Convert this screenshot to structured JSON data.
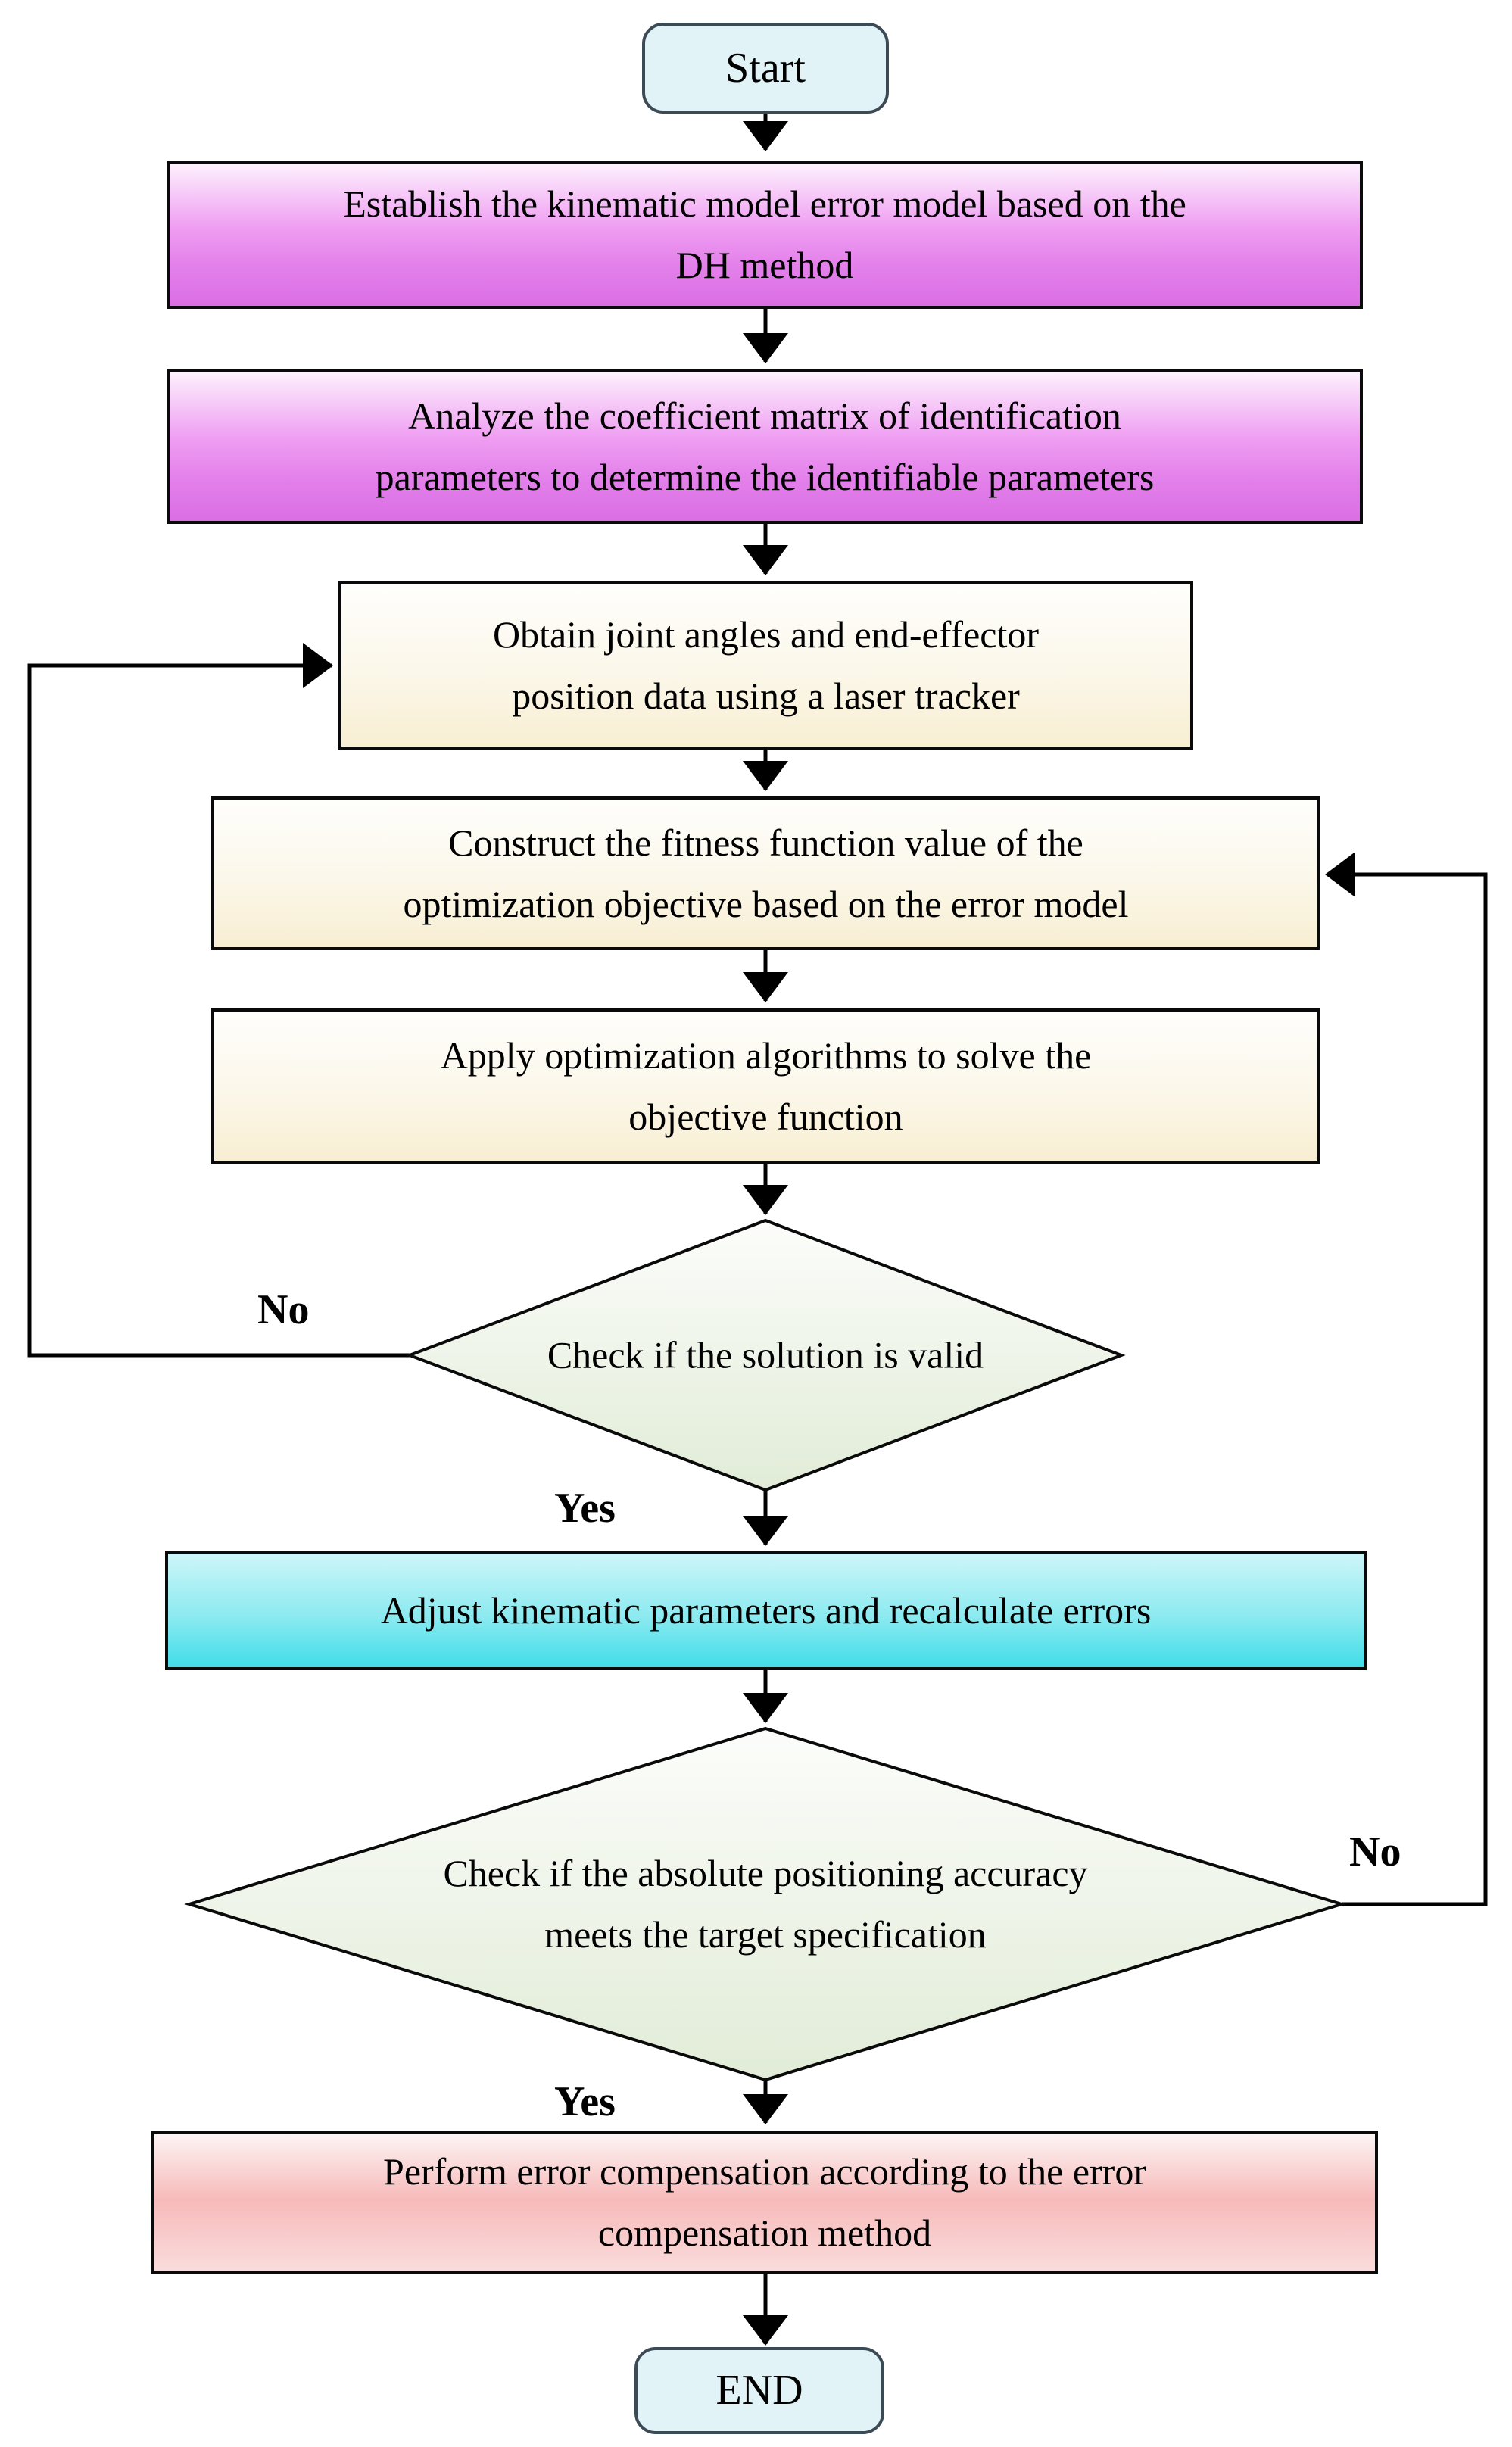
{
  "nodes": {
    "start": {
      "label": "Start",
      "type": "terminator"
    },
    "establish_model": {
      "label": "Establish the kinematic model error model based on the DH method",
      "type": "process"
    },
    "analyze_matrix": {
      "label": "Analyze the coefficient matrix of identification parameters to determine the identifiable parameters",
      "type": "process"
    },
    "obtain_data": {
      "label": "Obtain joint angles and end-effector position data using a laser tracker",
      "type": "process"
    },
    "construct_fitness": {
      "label": "Construct the fitness function value of the optimization objective based on the error model",
      "type": "process"
    },
    "apply_optimization": {
      "label": "Apply optimization algorithms to solve the objective function",
      "type": "process"
    },
    "check_solution": {
      "label": "Check if the solution is valid",
      "type": "decision"
    },
    "adjust_parameters": {
      "label": "Adjust kinematic parameters and recalculate errors",
      "type": "process"
    },
    "check_accuracy": {
      "label": "Check if the absolute positioning accuracy meets the target specification",
      "type": "decision"
    },
    "perform_compensation": {
      "label": "Perform error compensation according to the error compensation method",
      "type": "process"
    },
    "end": {
      "label": "END",
      "type": "terminator"
    }
  },
  "edge_labels": {
    "solution_no": "No",
    "solution_yes": "Yes",
    "accuracy_no": "No",
    "accuracy_yes": "Yes"
  },
  "colors": {
    "magenta_top": "#fdf1fd",
    "magenta_bottom": "#da6ee4",
    "cream_top": "#fefefc",
    "cream_bottom": "#f8eed2",
    "green_top": "#fcfdfb",
    "green_bottom": "#e1ecd7",
    "cyan_top": "#cdf6f9",
    "cyan_bottom": "#41dde9",
    "pink_top": "#fdf4f4",
    "pink_mid": "#f7baba",
    "pink_bottom": "#fadcdc",
    "terminator_fill": "#e2f3f8",
    "terminator_border": "#3b4a54",
    "line": "#000000"
  }
}
